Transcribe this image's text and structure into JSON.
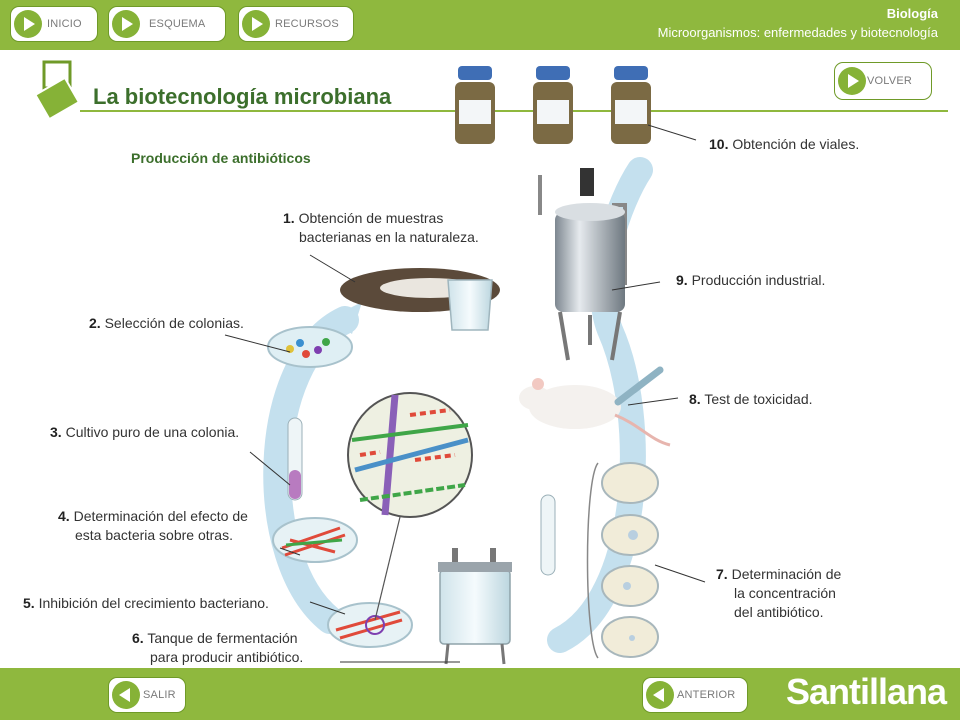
{
  "nav": {
    "inicio": "INICIO",
    "esquema": "ESQUEMA",
    "recursos": "RECURSOS",
    "volver": "VOLVER",
    "salir": "SALIR",
    "anterior": "ANTERIOR"
  },
  "header": {
    "subject": "Biología",
    "topic": "Microorganismos: enfermedades y biotecnología"
  },
  "page": {
    "title": "La biotecnología microbiana",
    "subtitle": "Producción de antibióticos"
  },
  "steps": [
    {
      "num": "1.",
      "lines": [
        "Obtención de muestras",
        "bacterianas en la naturaleza."
      ]
    },
    {
      "num": "2.",
      "lines": [
        "Selección de colonias."
      ]
    },
    {
      "num": "3.",
      "lines": [
        "Cultivo puro de una colonia."
      ]
    },
    {
      "num": "4.",
      "lines": [
        "Determinación del efecto de",
        "esta bacteria sobre otras."
      ]
    },
    {
      "num": "5.",
      "lines": [
        "Inhibición del crecimiento bacteriano."
      ]
    },
    {
      "num": "6.",
      "lines": [
        "Tanque de fermentación",
        "para producir antibiótico."
      ]
    },
    {
      "num": "7.",
      "lines": [
        "Determinación de",
        "la concentración",
        "del antibiótico."
      ]
    },
    {
      "num": "8.",
      "lines": [
        "Test de toxicidad."
      ]
    },
    {
      "num": "9.",
      "lines": [
        "Producción industrial."
      ]
    },
    {
      "num": "10.",
      "lines": [
        "Obtención de viales."
      ]
    }
  ],
  "brand": {
    "logo": "Santillana"
  },
  "colors": {
    "accent": "#8fb83e",
    "title": "#3c6f2c",
    "arrow": "#b9d9ea"
  }
}
